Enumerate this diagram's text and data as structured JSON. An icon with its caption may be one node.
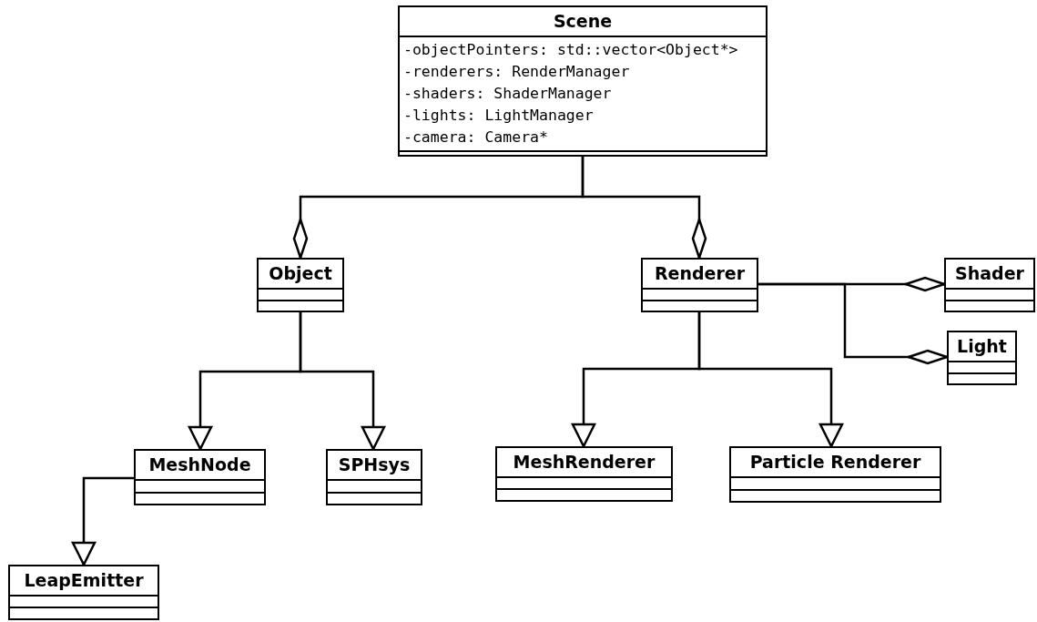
{
  "diagram": {
    "nodes": [
      {
        "text": [
          "Scene",
          "-objectPointers: std::vector<Object*>",
          "-renderers: RenderManager",
          "-shaders: ShaderManager",
          "-lights: LightManager",
          "-camera: Camera*"
        ]
      },
      {
        "text": [
          "Object"
        ]
      },
      {
        "text": [
          "Renderer"
        ]
      },
      {
        "text": [
          "Shader"
        ]
      },
      {
        "text": [
          "Light"
        ]
      },
      {
        "text": [
          "MeshNode"
        ]
      },
      {
        "text": [
          "SPHsys"
        ]
      },
      {
        "text": [
          "MeshRenderer"
        ]
      },
      {
        "text": [
          "Particle Renderer"
        ]
      },
      {
        "text": [
          "LeapEmitter"
        ]
      }
    ],
    "edges": [
      {
        "from": 0,
        "to": 1,
        "arrow": "other"
      },
      {
        "from": 0,
        "to": 2,
        "arrow": "other"
      },
      {
        "from": 2,
        "to": 3,
        "arrow": "other"
      },
      {
        "from": 2,
        "to": 4,
        "arrow": "other"
      },
      {
        "from": 1,
        "to": 5,
        "arrow": "to"
      },
      {
        "from": 1,
        "to": 6,
        "arrow": "to"
      },
      {
        "from": 2,
        "to": 7,
        "arrow": "to"
      },
      {
        "from": 2,
        "to": 8,
        "arrow": "to"
      },
      {
        "from": 5,
        "to": 9,
        "arrow": "to"
      }
    ]
  }
}
